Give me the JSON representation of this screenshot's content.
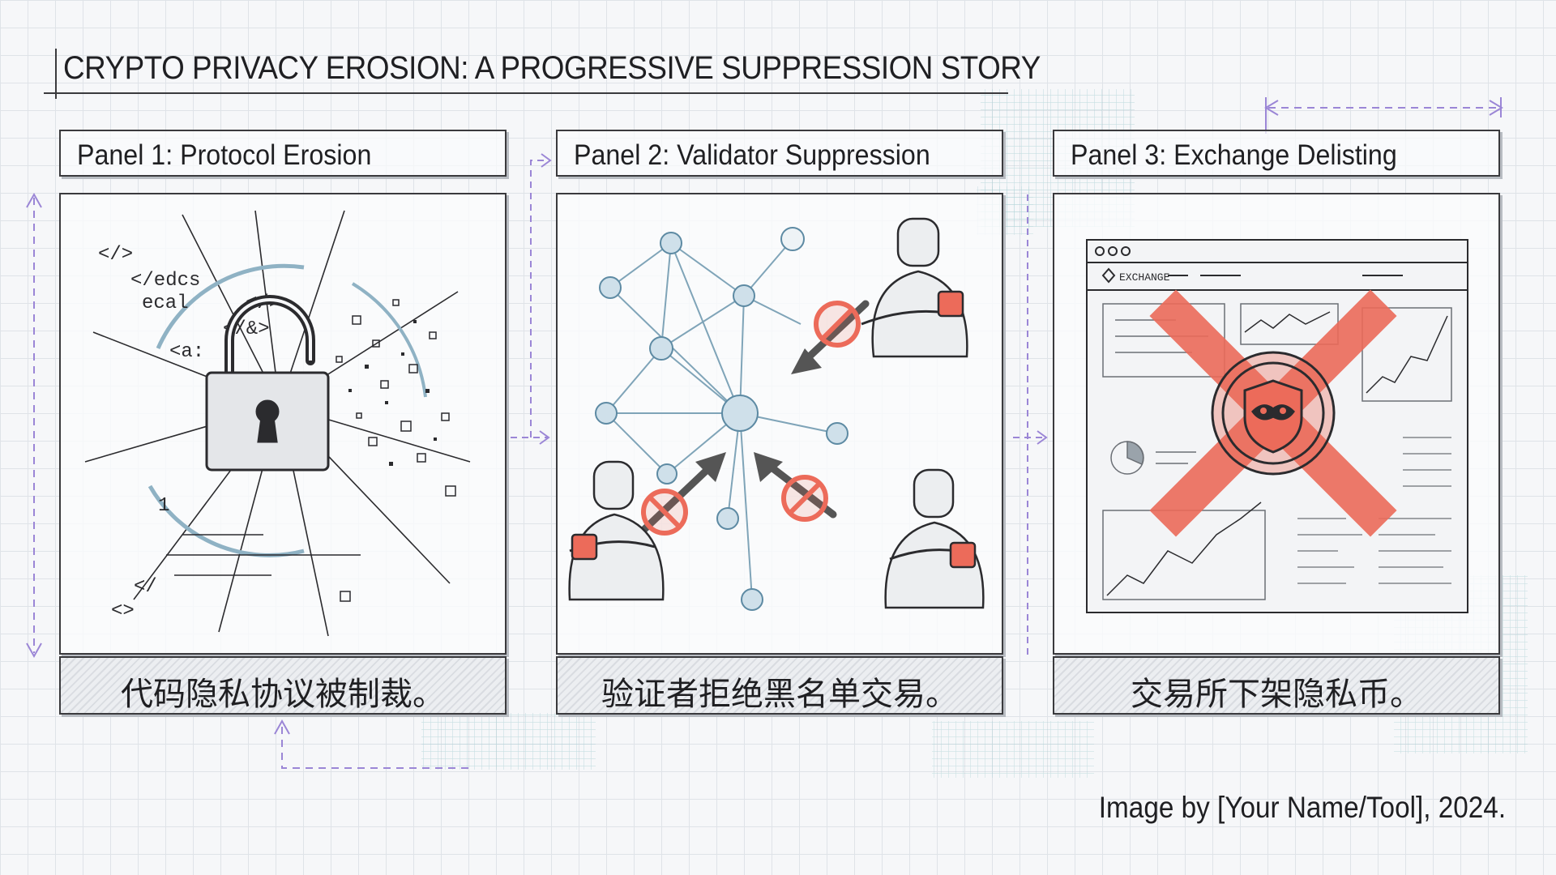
{
  "title": "CRYPTO PRIVACY EROSION: A PROGRESSIVE SUPPRESSION STORY",
  "panels": [
    {
      "header": "Panel 1: Protocol Erosion",
      "caption": "代码隐私协议被制裁。",
      "code_fragments": [
        "</>",
        "</edcs",
        "ecal",
        "</>",
        "</&>",
        "<a:",
        "1",
        "</",
        "<>"
      ]
    },
    {
      "header": "Panel 2: Validator Suppression",
      "caption": "验证者拒绝黑名单交易。"
    },
    {
      "header": "Panel 3: Exchange Delisting",
      "caption": "交易所下架隐私币。",
      "exchange_label": "EXCHANGE"
    }
  ],
  "credit": "Image by [Your Name/Tool], 2024.",
  "colors": {
    "ink": "#2b2b2e",
    "accent_red": "#ec6b5a",
    "node_blue": "#a9c6d6",
    "guide_purple": "#9b86d6",
    "teal_grid": "#9fc9cf"
  }
}
